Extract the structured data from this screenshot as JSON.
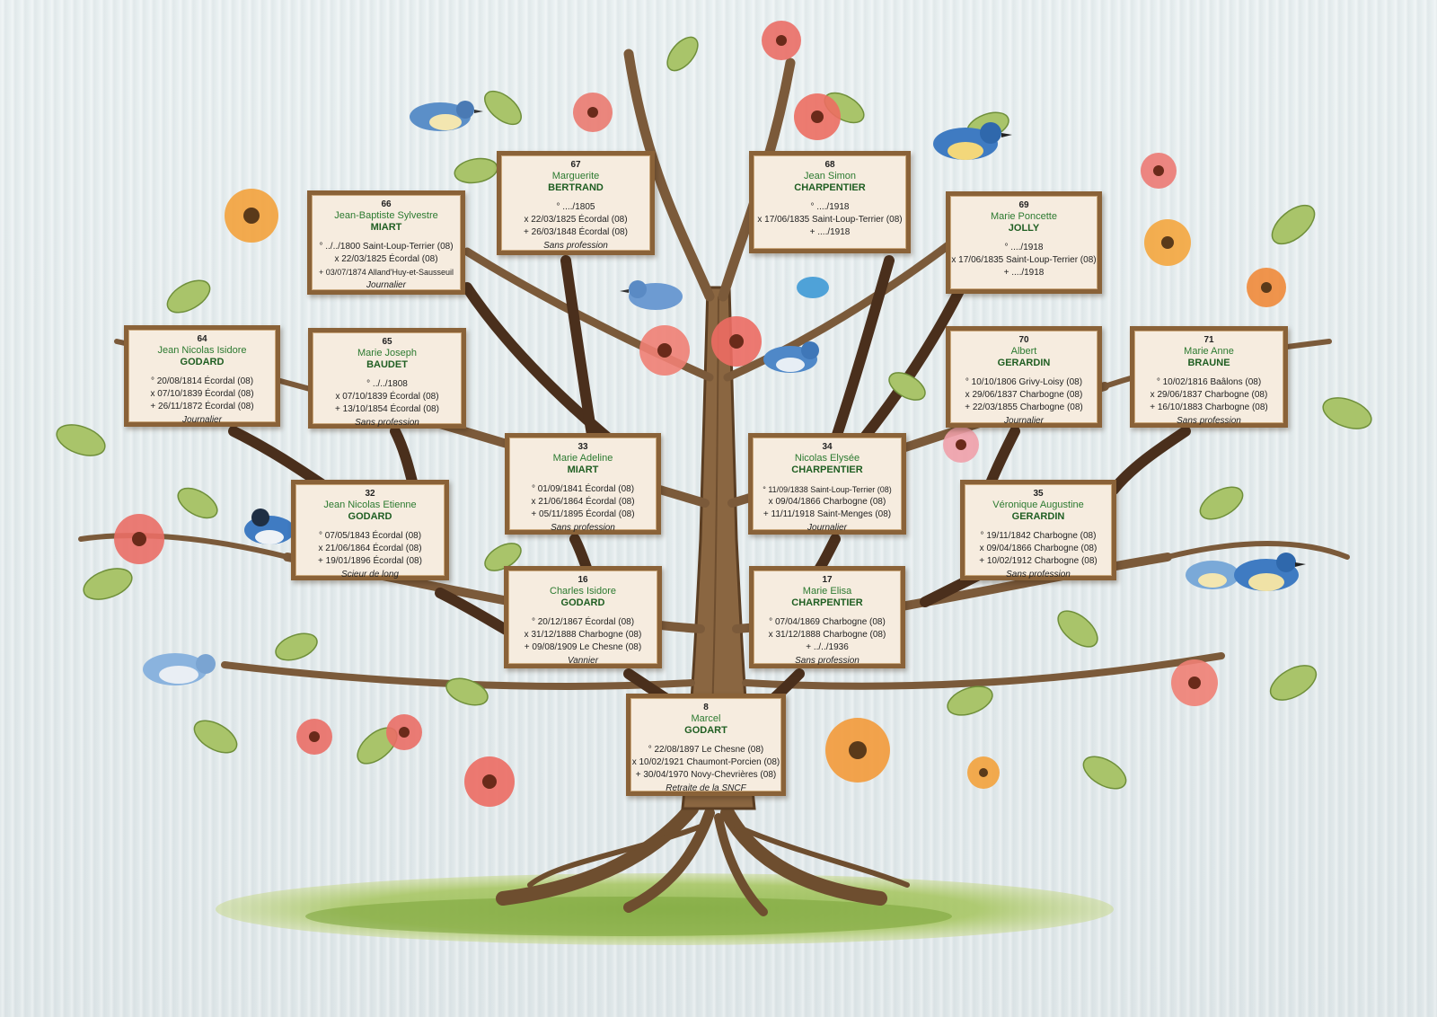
{
  "colors": {
    "card_bg": "#f6ecdf",
    "card_frame": "#8a6238",
    "given_name": "#2c7a30",
    "surname": "#1f5e22",
    "trunk": "#7b5a3a",
    "branch": "#4a2f1c"
  },
  "tree": {
    "p64": {
      "num": "64",
      "given": "Jean Nicolas Isidore",
      "surname": "GODARD",
      "birth": "° 20/08/1814 Écordal (08)",
      "marriage": "x 07/10/1839 Écordal (08)",
      "death": "+ 26/11/1872 Écordal (08)",
      "job": "Journalier"
    },
    "p65": {
      "num": "65",
      "given": "Marie Joseph",
      "surname": "BAUDET",
      "birth": "° ../../1808",
      "marriage": "x 07/10/1839 Écordal (08)",
      "death": "+ 13/10/1854 Écordal (08)",
      "job": "Sans profession"
    },
    "p66": {
      "num": "66",
      "given": "Jean-Baptiste Sylvestre",
      "surname": "MIART",
      "birth": "° ../../1800 Saint-Loup-Terrier (08)",
      "marriage": "x 22/03/1825 Écordal (08)",
      "death": "+ 03/07/1874 Alland'Huy-et-Sausseuil",
      "job": "Journalier"
    },
    "p67": {
      "num": "67",
      "given": "Marguerite",
      "surname": "BERTRAND",
      "birth": "° ..../1805",
      "marriage": "x 22/03/1825 Écordal (08)",
      "death": "+ 26/03/1848 Écordal (08)",
      "job": "Sans profession"
    },
    "p68": {
      "num": "68",
      "given": "Jean Simon",
      "surname": "CHARPENTIER",
      "birth": "° ..../1918",
      "marriage": "x 17/06/1835 Saint-Loup-Terrier (08)",
      "death": "+ ..../1918",
      "job": ""
    },
    "p69": {
      "num": "69",
      "given": "Marie Poncette",
      "surname": "JOLLY",
      "birth": "° ..../1918",
      "marriage": "x 17/06/1835 Saint-Loup-Terrier (08)",
      "death": "+ ..../1918",
      "job": ""
    },
    "p70": {
      "num": "70",
      "given": "Albert",
      "surname": "GERARDIN",
      "birth": "° 10/10/1806 Grivy-Loisy (08)",
      "marriage": "x 29/06/1837 Charbogne (08)",
      "death": "+ 22/03/1855 Charbogne (08)",
      "job": "Journalier"
    },
    "p71": {
      "num": "71",
      "given": "Marie Anne",
      "surname": "BRAUNE",
      "birth": "° 10/02/1816 Baâlons (08)",
      "marriage": "x 29/06/1837 Charbogne (08)",
      "death": "+ 16/10/1883 Charbogne (08)",
      "job": "Sans profession"
    },
    "p32": {
      "num": "32",
      "given": "Jean Nicolas Etienne",
      "surname": "GODARD",
      "birth": "° 07/05/1843 Écordal (08)",
      "marriage": "x 21/06/1864 Écordal (08)",
      "death": "+ 19/01/1896 Écordal (08)",
      "job": "Scieur de long"
    },
    "p33": {
      "num": "33",
      "given": "Marie Adeline",
      "surname": "MIART",
      "birth": "° 01/09/1841 Écordal (08)",
      "marriage": "x 21/06/1864 Écordal (08)",
      "death": "+ 05/11/1895 Écordal (08)",
      "job": "Sans profession"
    },
    "p34": {
      "num": "34",
      "given": "Nicolas Elysée",
      "surname": "CHARPENTIER",
      "birth": "° 11/09/1838 Saint-Loup-Terrier (08)",
      "marriage": "x 09/04/1866 Charbogne (08)",
      "death": "+ 11/11/1918 Saint-Menges (08)",
      "job": "Journalier"
    },
    "p35": {
      "num": "35",
      "given": "Véronique Augustine",
      "surname": "GERARDIN",
      "birth": "° 19/11/1842 Charbogne (08)",
      "marriage": "x 09/04/1866 Charbogne (08)",
      "death": "+ 10/02/1912 Charbogne (08)",
      "job": "Sans profession"
    },
    "p16": {
      "num": "16",
      "given": "Charles Isidore",
      "surname": "GODARD",
      "birth": "° 20/12/1867 Écordal (08)",
      "marriage": "x 31/12/1888 Charbogne (08)",
      "death": "+ 09/08/1909 Le Chesne (08)",
      "job": "Vannier"
    },
    "p17": {
      "num": "17",
      "given": "Marie Elisa",
      "surname": "CHARPENTIER",
      "birth": "° 07/04/1869 Charbogne (08)",
      "marriage": "x 31/12/1888 Charbogne (08)",
      "death": "+ ../../1936",
      "job": "Sans profession"
    },
    "p8": {
      "num": "8",
      "given": "Marcel",
      "surname": "GODART",
      "birth": "° 22/08/1897 Le Chesne (08)",
      "marriage": "x 10/02/1921 Chaumont-Porcien (08)",
      "death": "+ 30/04/1970 Novy-Chevrières (08)",
      "job": "Retraite de la SNCF"
    }
  }
}
